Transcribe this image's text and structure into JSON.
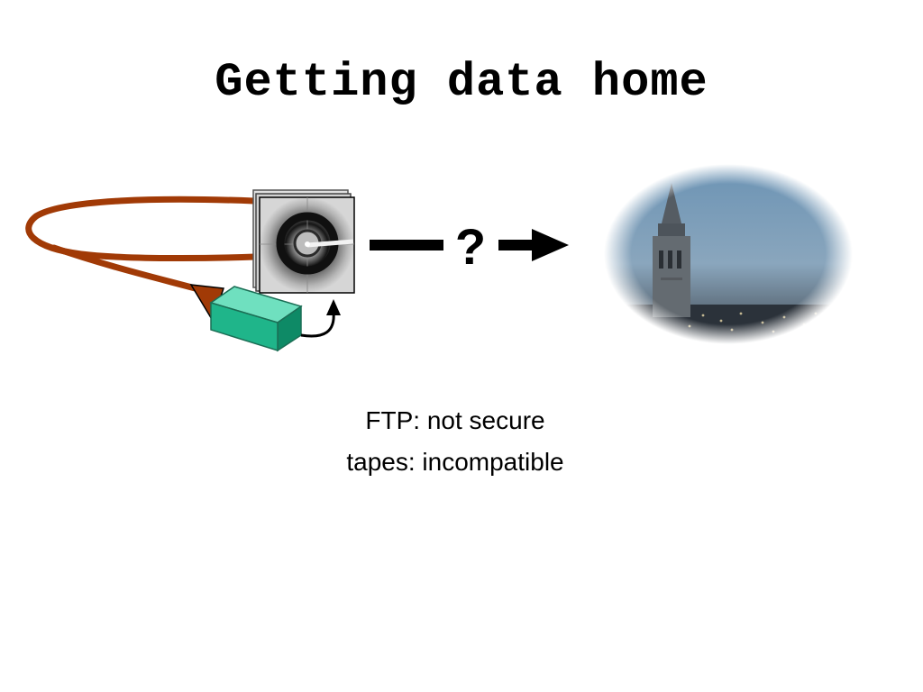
{
  "slide": {
    "title": "Getting data home",
    "question_mark": "?",
    "notes": [
      "FTP:  not secure",
      "tapes: incompatible"
    ]
  },
  "colors": {
    "cable": "#a13a06",
    "tape": "#1fb58a",
    "arrow": "#000000",
    "sky": "#7f9bb2"
  },
  "icons": {
    "diffraction": "diffraction-image-icon",
    "tape": "tape-cartridge-icon",
    "tower": "campus-tower-photo"
  }
}
